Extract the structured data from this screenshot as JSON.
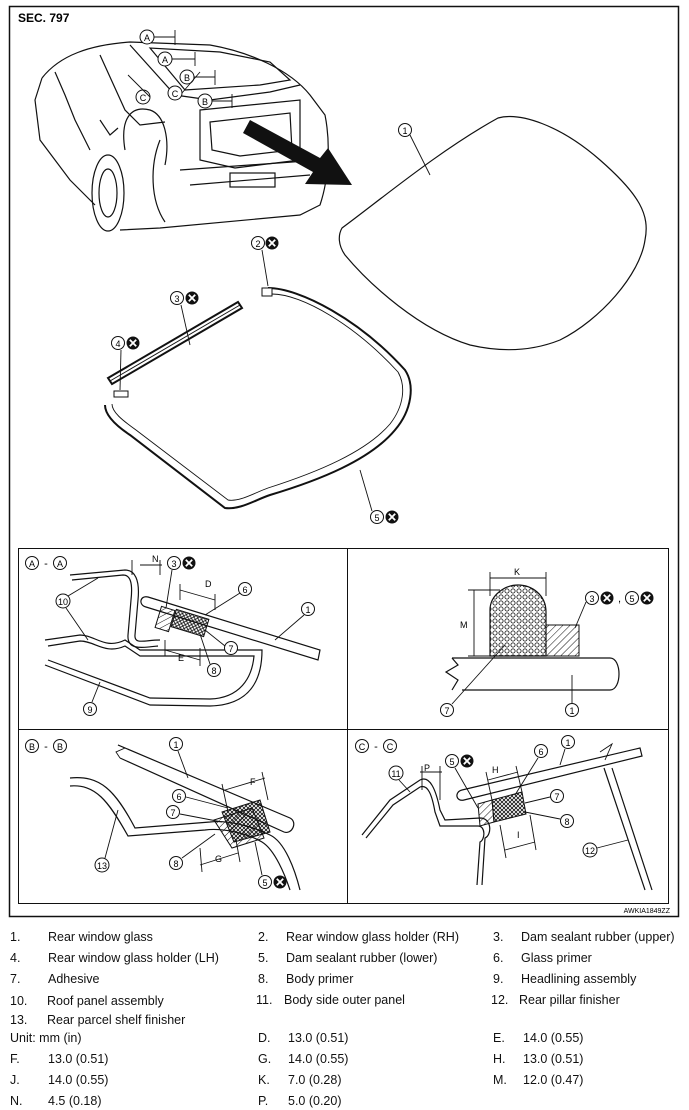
{
  "header": {
    "section": "SEC. 797",
    "code": "AWKIA1849ZZ"
  },
  "callouts": {
    "A": "A",
    "B": "B",
    "C": "C",
    "n1": "1",
    "n2": "2",
    "n3": "3",
    "n4": "4",
    "n5": "5",
    "n6": "6",
    "n7": "7",
    "n8": "8",
    "n9": "9",
    "n10": "10",
    "n11": "11",
    "n12": "12",
    "n13": "13"
  },
  "dims": {
    "D": "D",
    "E": "E",
    "F": "F",
    "G": "G",
    "H": "H",
    "I": "I",
    "K": "K",
    "M": "M",
    "N": "N",
    "P": "P"
  },
  "section_dash": "-",
  "section_sep": ",",
  "legend": {
    "parts": [
      {
        "num": "1.",
        "label": "Rear window glass"
      },
      {
        "num": "2.",
        "label": "Rear window glass holder (RH)"
      },
      {
        "num": "3.",
        "label": "Dam sealant rubber (upper)"
      },
      {
        "num": "4.",
        "label": "Rear window glass holder (LH)"
      },
      {
        "num": "5.",
        "label": "Dam sealant rubber (lower)"
      },
      {
        "num": "6.",
        "label": "Glass primer"
      },
      {
        "num": "7.",
        "label": "Adhesive"
      },
      {
        "num": "8.",
        "label": "Body primer"
      },
      {
        "num": "9.",
        "label": "Headlining assembly"
      },
      {
        "num": "10.",
        "label": "Roof panel assembly"
      },
      {
        "num": "11.",
        "label": "Body side outer panel"
      },
      {
        "num": "12.",
        "label": "Rear pillar finisher"
      },
      {
        "num": "13.",
        "label": "Rear parcel shelf finisher"
      }
    ],
    "unit": "Unit: mm (in)",
    "dimensions": [
      {
        "key": "D.",
        "value": "13.0 (0.51)"
      },
      {
        "key": "E.",
        "value": "14.0 (0.55)"
      },
      {
        "key": "F.",
        "value": "13.0 (0.51)"
      },
      {
        "key": "G.",
        "value": "14.0 (0.55)"
      },
      {
        "key": "H.",
        "value": "13.0 (0.51)"
      },
      {
        "key": "J.",
        "value": "14.0 (0.55)"
      },
      {
        "key": "K.",
        "value": "7.0 (0.28)"
      },
      {
        "key": "M.",
        "value": "12.0 (0.47)"
      },
      {
        "key": "N.",
        "value": "4.5 (0.18)"
      },
      {
        "key": "P.",
        "value": "5.0 (0.20)"
      }
    ]
  }
}
